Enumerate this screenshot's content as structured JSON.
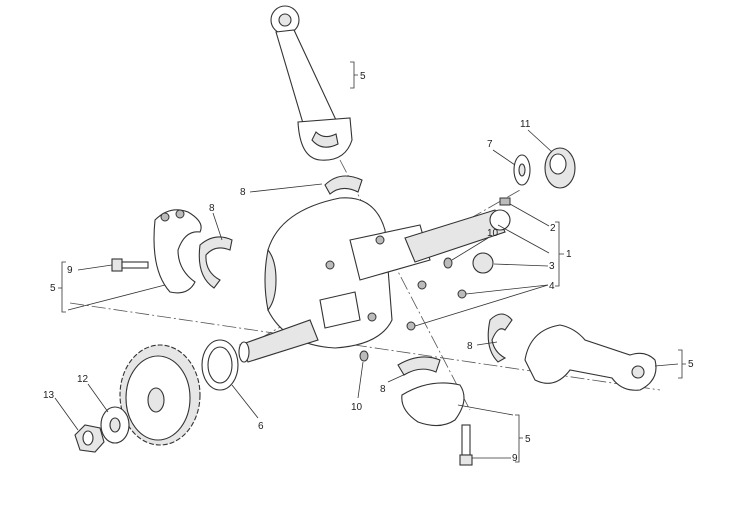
{
  "diagram": {
    "title": "",
    "callouts": {
      "rod_top": "5",
      "bearing_top": "8",
      "nut_right": "11",
      "washer_right": "7",
      "part_2": "2",
      "part_1": "1",
      "dowel_10_top": "10",
      "part_3": "3",
      "part_4": "4",
      "bearing_left": "8",
      "bolt_left": "9",
      "rod_left": "5",
      "bearing_right": "8",
      "rod_right": "5",
      "bearing_bottom": "8",
      "dowel_10_bottom": "10",
      "washer_6": "6",
      "washer_12": "12",
      "nut_13": "13",
      "rod_bottom": "5",
      "bolt_bottom": "9"
    }
  }
}
